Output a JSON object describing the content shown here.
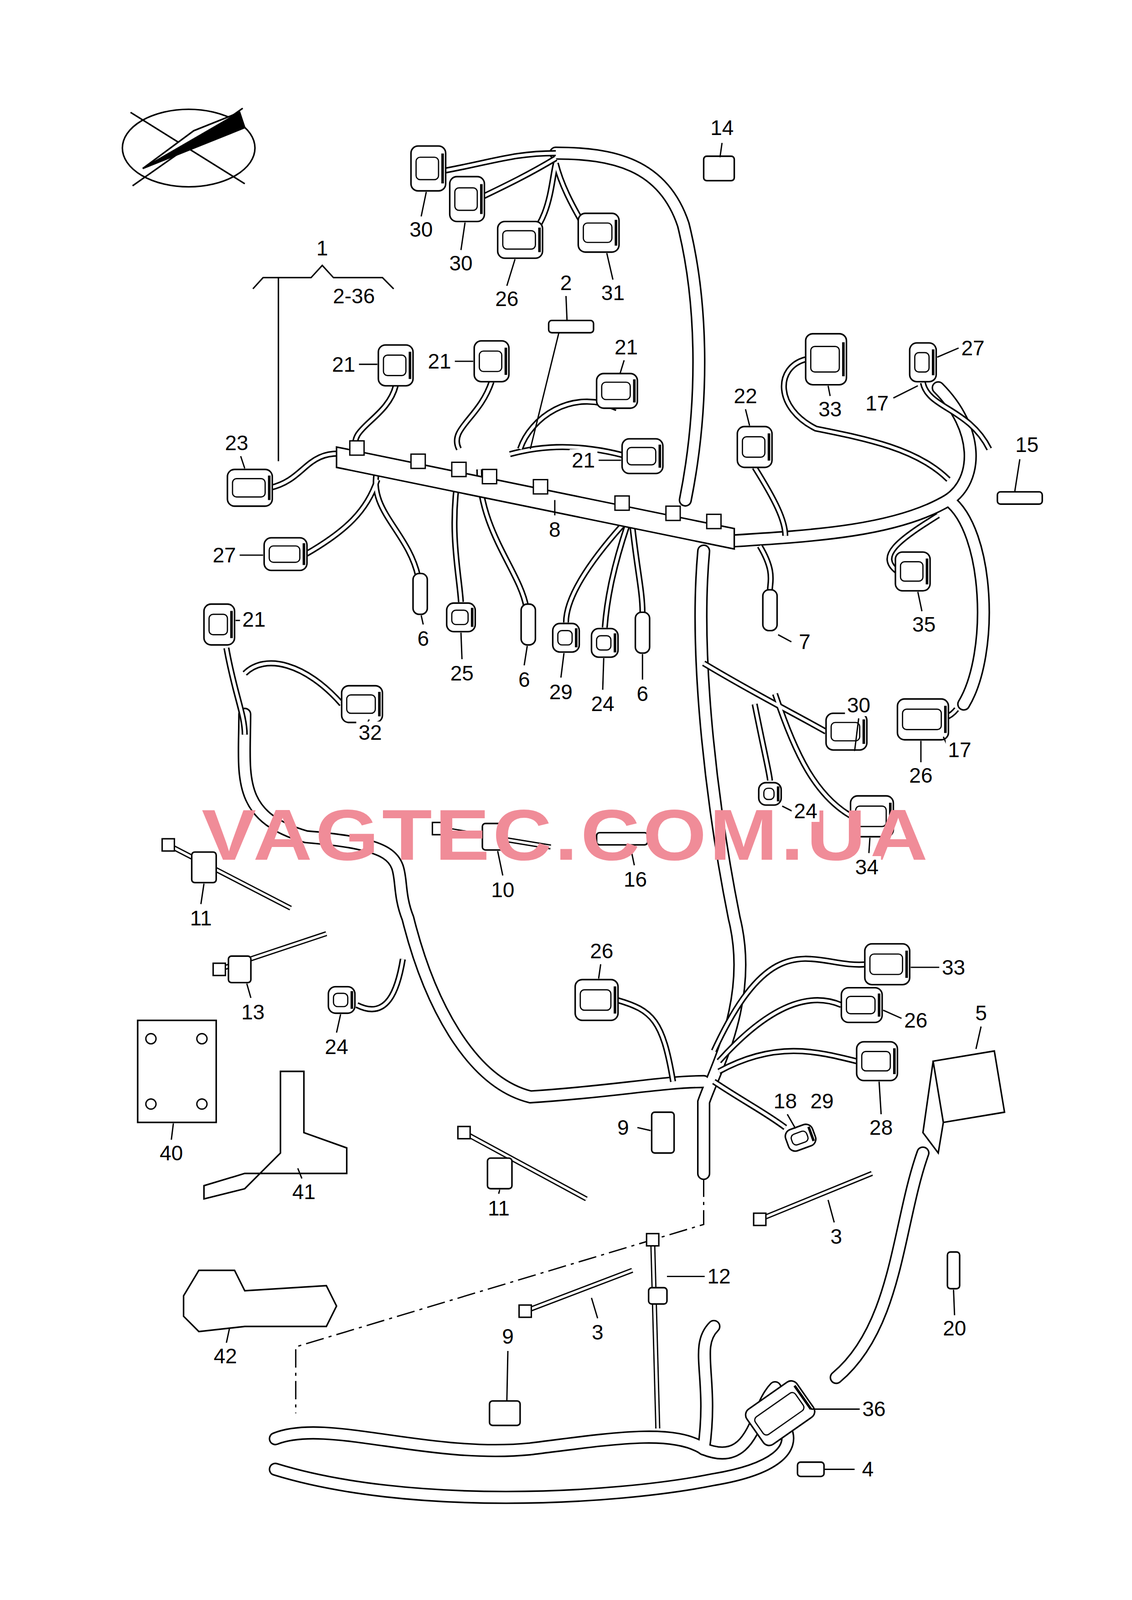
{
  "diagram": {
    "labels": [
      "14",
      "30",
      "30",
      "26",
      "31",
      "1",
      "2-36",
      "2",
      "21",
      "21",
      "21",
      "22",
      "33",
      "27",
      "17",
      "15",
      "23",
      "21",
      "27",
      "8",
      "35",
      "7",
      "6",
      "25",
      "6",
      "29",
      "24",
      "6",
      "21",
      "32",
      "30",
      "26",
      "17",
      "24",
      "34",
      "VAGTEC.COM.UA",
      "10",
      "16",
      "11",
      "13",
      "24",
      "26",
      "33",
      "5",
      "26",
      "18",
      "29",
      "9",
      "28",
      "40",
      "41",
      "11",
      "3",
      "12",
      "42",
      "3",
      "20",
      "9",
      "36",
      "4"
    ]
  }
}
